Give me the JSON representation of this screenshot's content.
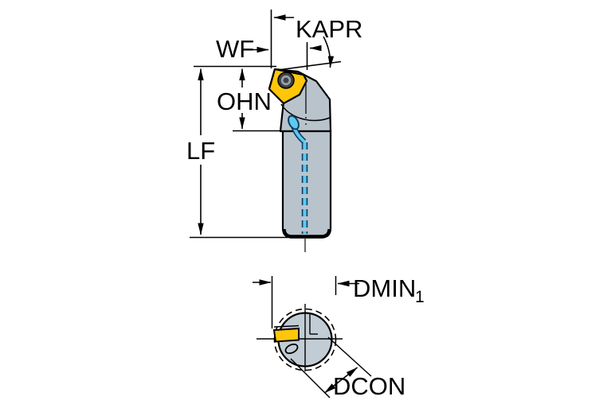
{
  "diagram": {
    "type": "tool-dimension-drawing",
    "views": {
      "side_view_labels": {
        "kapr": "KAPR",
        "wf": "WF",
        "ohn": "OHN",
        "lf": "LF"
      },
      "bottom_view_labels": {
        "dmin": "DMIN",
        "dmin_sub": "1",
        "dcon": "DCON"
      }
    },
    "colors": {
      "insert_yellow": "#FFC60A",
      "steel_gray": "#B9C3CC",
      "steel_section_gray": "#C2CCD4",
      "coolant_cyan": "#5FC9EE",
      "coolant_navy": "#0E3E66",
      "screw_dark": "#3E4347",
      "screw_mid": "#9AA2A8",
      "line_black": "#000000"
    }
  }
}
